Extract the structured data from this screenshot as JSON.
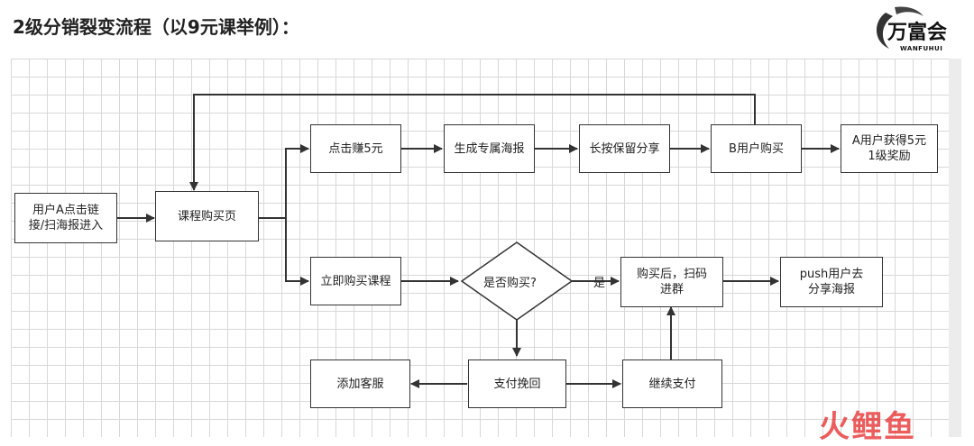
{
  "title": "2级分销裂变流程（以9元课举例）：",
  "logo": {
    "cn": "万富会",
    "en": "WANFUHUI"
  },
  "watermark": "火鲤鱼",
  "nodes": {
    "start": [
      "用户A点击链",
      "接/扫海报进入"
    ],
    "course_page": "课程购买页",
    "click_earn": "点击赚5元",
    "gen_poster": "生成专属海报",
    "long_press": "长按保留分享",
    "b_buy": "B用户购买",
    "a_reward": [
      "A用户获得5元",
      "1级奖励"
    ],
    "buy_now": "立即购买课程",
    "decision": "是否购买?",
    "after_buy": [
      "购买后，扫码",
      "进群"
    ],
    "push": [
      "push用户去",
      "分享海报"
    ],
    "add_service": "添加客服",
    "pay_recover": "支付挽回",
    "continue_pay": "继续支付"
  },
  "edge_labels": {
    "yes": "是"
  },
  "colors": {
    "stroke": "#333333",
    "grid": "#d8d8d8",
    "watermark": "#e62828"
  }
}
